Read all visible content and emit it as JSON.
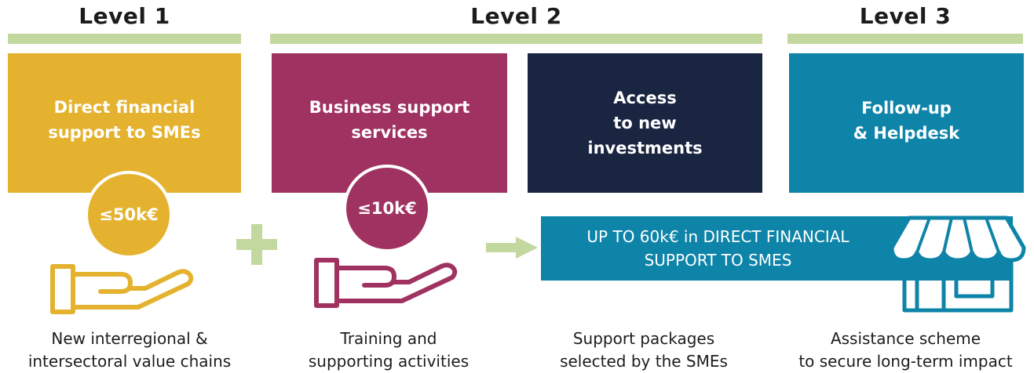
{
  "levels": [
    {
      "title": "Level 1"
    },
    {
      "title": "Level 2"
    },
    {
      "title": "Level 3"
    }
  ],
  "boxes": {
    "direct_financial": "Direct financial\nsupport to SMEs",
    "business_support": "Business support\nservices",
    "access_investments": "Access\nto new\ninvestments",
    "follow_up": "Follow-up\n& Helpdesk"
  },
  "amounts": {
    "level1": "≤50k€",
    "level2": "≤10k€"
  },
  "banner": "UP TO 60k€ in DIRECT FINANCIAL\nSUPPORT TO SMES",
  "captions": {
    "value_chains": "New interregional &\nintersectoral value chains",
    "training": "Training and\nsupporting activities",
    "packages": "Support packages\nselected by the SMEs",
    "assistance": "Assistance scheme\nto secure long-term impact"
  },
  "colors": {
    "mustard": "#e4b22e",
    "magenta": "#a03261",
    "navy": "#1a2541",
    "teal": "#0e84a8",
    "green": "#c3d89f"
  },
  "icons": [
    "plus-icon",
    "hand-icon",
    "arrow-right-icon",
    "shop-icon"
  ]
}
